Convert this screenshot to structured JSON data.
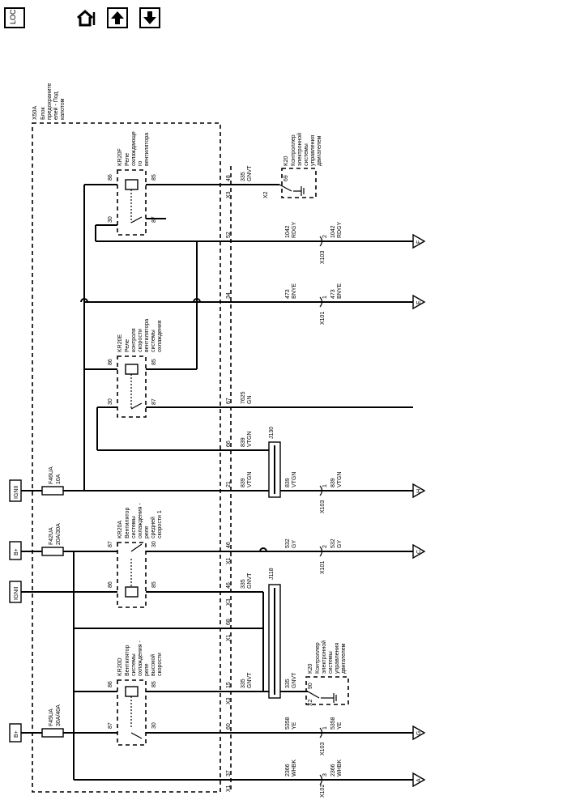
{
  "toolbar": {
    "loc_label": "LOC",
    "buttons": [
      "home-icon",
      "up-arrow-icon",
      "down-arrow-icon"
    ]
  },
  "module": {
    "id": "X50A",
    "name_lines": [
      "Блок",
      "предохраните",
      "елей - Под",
      "капотом"
    ]
  },
  "power": {
    "ign_top": "IGNII",
    "bplus_1": "B+",
    "ign_mid": "IGNII",
    "bplus_2": "B+"
  },
  "fuses": [
    {
      "id": "F46UA",
      "rating": "10A"
    },
    {
      "id": "F42UA",
      "rating": "20A/30A"
    },
    {
      "id": "F45UA",
      "rating": "30A/40A"
    }
  ],
  "relays": {
    "kr20f": {
      "id": "KR20F",
      "name_lines": [
        "Реле",
        "охлаждающе",
        "го",
        "вентилятора"
      ],
      "p86": "86",
      "p85": "85",
      "p30": "30",
      "p87": "87"
    },
    "kr20e": {
      "id": "KR20E",
      "name_lines": [
        "Реле",
        "контроля",
        "скорости",
        "вентилятора",
        "системы",
        "охлаждения"
      ],
      "p86": "86",
      "p85": "85",
      "p30": "30",
      "p87": "87"
    },
    "kr20a": {
      "id": "KR20A",
      "name_lines": [
        "Вентилятор",
        "системы",
        "охлаждения -",
        "реле",
        "средней",
        "скорости 1"
      ],
      "p87": "87",
      "p30": "30",
      "p86": "86",
      "p85": "85"
    },
    "kr20d": {
      "id": "KR20D",
      "name_lines": [
        "Вентилятор",
        "системы",
        "охлаждения -",
        "реле",
        "высокой",
        "скорости"
      ],
      "p86": "86",
      "p85": "85",
      "p87": "87",
      "p30": "30"
    }
  },
  "pins": {
    "x3_48": {
      "conn": "X3",
      "pin": "48",
      "circuit": "335",
      "color": "GNVT"
    },
    "x2_52": {
      "pin": "52"
    },
    "x2_34": {
      "pin": "34"
    },
    "x2_67": {
      "pin": "67",
      "circuit": "7625",
      "color": "GN"
    },
    "x2_66": {
      "pin": "66",
      "circuit": "839",
      "color": "VTGN"
    },
    "x2_21": {
      "pin": "21",
      "circuit": "839",
      "color": "VTGN"
    },
    "x1_46": {
      "conn": "X1",
      "pin": "46"
    },
    "x3_46": {
      "conn": "X3",
      "pin": "46",
      "circuit": "335",
      "color": "GNVT"
    },
    "x1_68": {
      "conn": "X1",
      "pin": "68"
    },
    "x3_15": {
      "conn": "X3",
      "pin": "15",
      "circuit": "335",
      "color": "GNVT"
    },
    "x2_60": {
      "pin": "60"
    },
    "x1_37": {
      "conn": "X1",
      "pin": "37"
    }
  },
  "ecm": {
    "top": {
      "id": "K20",
      "pin": "69",
      "conn": "X2",
      "name_lines": [
        "Контроллер",
        "электронной",
        "системы",
        "управления",
        "двигателем"
      ]
    },
    "bottom": {
      "id": "K20",
      "pin": "90",
      "conn": "X2",
      "circuit": "335",
      "color": "GNVT",
      "name_lines": [
        "Контроллер",
        "электронной",
        "системы",
        "управления",
        "двигателем"
      ]
    }
  },
  "splices": {
    "j130": "J130",
    "j118": "J118"
  },
  "outputs": [
    {
      "arrow": "F",
      "circ_left": "1042",
      "color_left": "RDGY",
      "pin": "2",
      "conn": "X103",
      "circ_right": "1042",
      "color_right": "RDGY"
    },
    {
      "arrow": "E",
      "circ_left": "473",
      "color_left": "BNYE",
      "pin": "1",
      "conn": "X101",
      "circ_right": "473",
      "color_right": "BNYE"
    },
    {
      "arrow": "H",
      "circ_left": "839",
      "color_left": "VTGN",
      "pin": "1",
      "conn": "X103",
      "circ_right": "839",
      "color_right": "VTGN"
    },
    {
      "arrow": "C",
      "circ_left": "532",
      "color_left": "GY",
      "pin": "2",
      "conn": "X101",
      "circ_right": "532",
      "color_right": "GY"
    },
    {
      "arrow": "G",
      "circ_left": "5358",
      "color_left": "YE",
      "pin": "1",
      "conn": "X103",
      "circ_right": "5358",
      "color_right": "YE"
    },
    {
      "arrow": "A",
      "circ_left": "2366",
      "color_left": "WHBK",
      "pin": "3",
      "conn": "X102",
      "circ_right": "2366",
      "color_right": "WHBK"
    }
  ]
}
